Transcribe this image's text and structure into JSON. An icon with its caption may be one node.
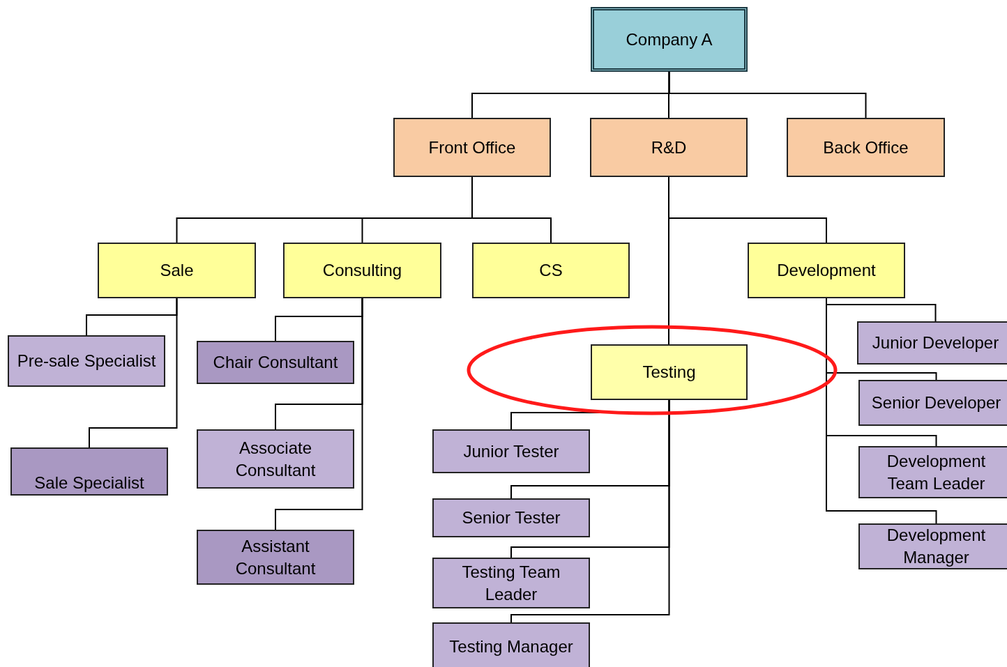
{
  "diagram": {
    "nodes": [
      {
        "text": [
          "Company A"
        ]
      },
      {
        "text": [
          "Front Office"
        ]
      },
      {
        "text": [
          "R&D"
        ]
      },
      {
        "text": [
          "Back Office"
        ]
      },
      {
        "text": [
          "Sale"
        ]
      },
      {
        "text": [
          "Consulting"
        ]
      },
      {
        "text": [
          "CS"
        ]
      },
      {
        "text": [
          "Development"
        ]
      },
      {
        "text": [
          "Pre-sale Specialist"
        ]
      },
      {
        "text": [
          "Sale Specialist"
        ]
      },
      {
        "text": [
          "Chair Consultant"
        ]
      },
      {
        "text": [
          "Associate Consultant"
        ]
      },
      {
        "text": [
          "Assistant Consultant"
        ]
      },
      {
        "text": [
          "Testing"
        ]
      },
      {
        "text": [
          "Junior Tester"
        ]
      },
      {
        "text": [
          "Senior Tester"
        ]
      },
      {
        "text": [
          "Testing Team Leader"
        ]
      },
      {
        "text": [
          "Testing Manager"
        ]
      },
      {
        "text": [
          "Junior Developer"
        ]
      },
      {
        "text": [
          "Senior Developer"
        ]
      },
      {
        "text": [
          "Development Team Leader"
        ]
      },
      {
        "text": [
          "Development Manager"
        ]
      }
    ],
    "edges": [
      {
        "from": 0,
        "to": 1,
        "arrow": "none"
      },
      {
        "from": 0,
        "to": 2,
        "arrow": "none"
      },
      {
        "from": 0,
        "to": 3,
        "arrow": "none"
      },
      {
        "from": 1,
        "to": 4,
        "arrow": "none"
      },
      {
        "from": 1,
        "to": 5,
        "arrow": "none"
      },
      {
        "from": 1,
        "to": 6,
        "arrow": "none"
      },
      {
        "from": 2,
        "to": 7,
        "arrow": "none"
      },
      {
        "from": 2,
        "to": 13,
        "arrow": "none"
      },
      {
        "from": 4,
        "to": 8,
        "arrow": "none"
      },
      {
        "from": 4,
        "to": 9,
        "arrow": "none"
      },
      {
        "from": 5,
        "to": 10,
        "arrow": "none"
      },
      {
        "from": 5,
        "to": 11,
        "arrow": "none"
      },
      {
        "from": 5,
        "to": 12,
        "arrow": "none"
      },
      {
        "from": 13,
        "to": 14,
        "arrow": "none"
      },
      {
        "from": 13,
        "to": 15,
        "arrow": "none"
      },
      {
        "from": 13,
        "to": 16,
        "arrow": "none"
      },
      {
        "from": 13,
        "to": 17,
        "arrow": "none"
      },
      {
        "from": 7,
        "to": 18,
        "arrow": "none"
      },
      {
        "from": 7,
        "to": 19,
        "arrow": "none"
      },
      {
        "from": 7,
        "to": 20,
        "arrow": "none"
      },
      {
        "from": 7,
        "to": 21,
        "arrow": "none"
      }
    ]
  }
}
